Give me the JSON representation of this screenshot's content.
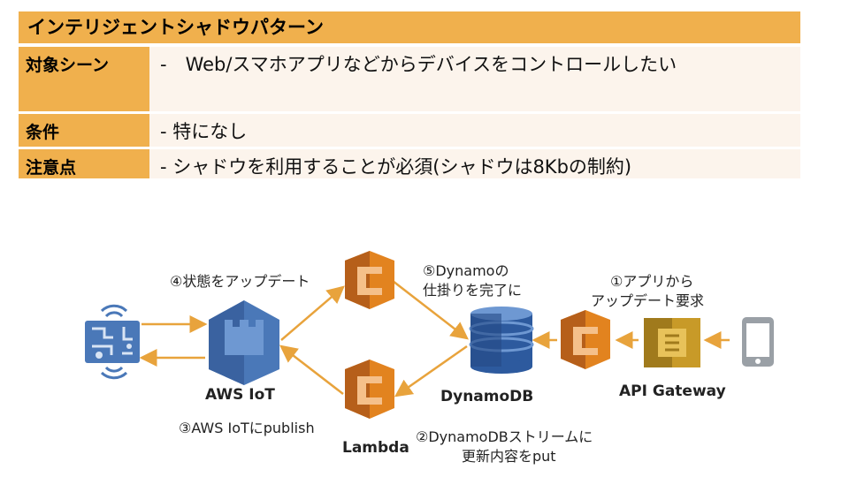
{
  "header": {
    "title": "インテリジェントシャドウパターン"
  },
  "rows": [
    {
      "label": "対象シーン",
      "value": "-　Web/スマホアプリなどからデバイスをコントロールしたい"
    },
    {
      "label": "条件",
      "value": "- 特になし"
    },
    {
      "label": "注意点",
      "value": "- シャドウを利用することが必須(シャドウは8Kbの制約)"
    }
  ],
  "diagram": {
    "nodes": {
      "aws_iot": "AWS IoT",
      "lambda": "Lambda",
      "dynamodb": "DynamoDB",
      "api_gateway": "API Gateway"
    },
    "steps": {
      "step1_line1": "①アプリから",
      "step1_line2": "アップデート要求",
      "step2_line1": "②DynamoDBストリームに",
      "step2_line2": "更新内容をput",
      "step3": "③AWS IoTにpublish",
      "step4": "④状態をアップデート",
      "step5_line1": "⑤Dynamoの",
      "step5_line2": "仕掛りを完了に"
    },
    "icons": [
      "device-sensor-icon",
      "aws-iot-icon",
      "lambda-icon",
      "dynamodb-icon",
      "api-gateway-icon",
      "mobile-phone-icon"
    ],
    "colors": {
      "orange": "#e2831f",
      "blue": "#4a78b8",
      "arrow": "#e8a33c",
      "header": "#f0b04d",
      "cell": "#fcf4ec"
    }
  }
}
